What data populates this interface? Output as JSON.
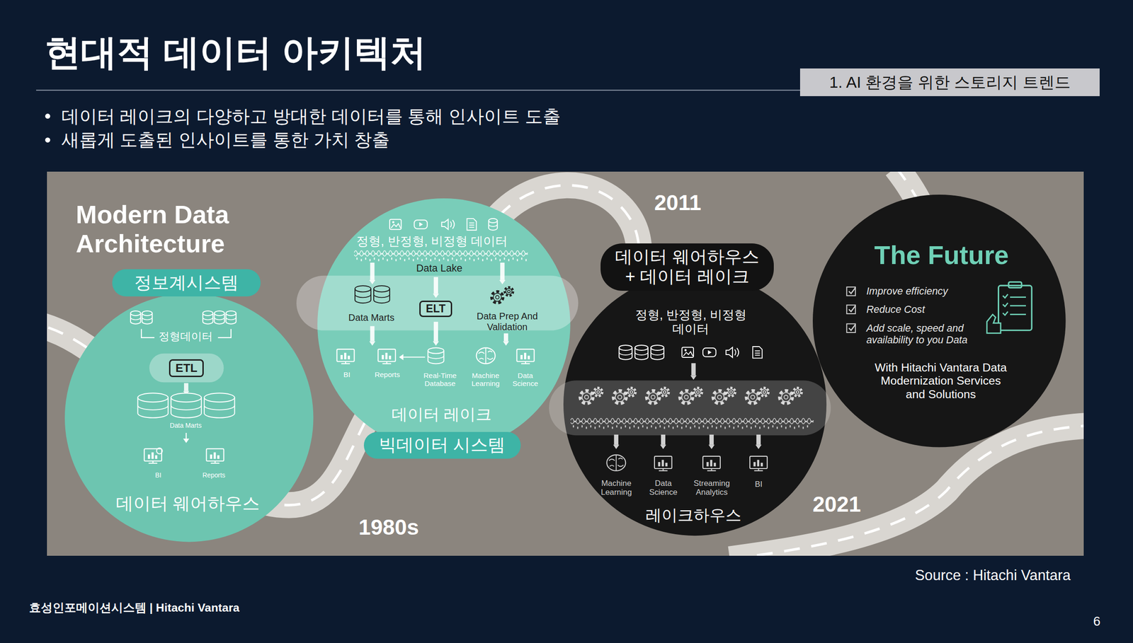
{
  "diagram": {
    "title": "현대적 데이터 아키텍처",
    "nodes": [
      {
        "text": [
          "1. AI 환경을 위한 스토리지 트렌드"
        ]
      },
      {
        "text": [
          "Modern Data Architecture"
        ]
      },
      {
        "text": [
          "정보계시스템",
          "데이터 웨어하우스"
        ],
        "in": 1
      },
      {
        "text": [
          "ETL"
        ],
        "in": 2
      },
      {
        "text": [
          "정형, 반정형, 비정형 데이터",
          "데이터 레이크",
          "빅데이터 시스템"
        ],
        "in": 1
      },
      {
        "text": [
          "ELT"
        ],
        "in": 4
      },
      {
        "text": [
          "데이터 웨어하우스 + 데이터 레이크",
          "정형, 반정형, 비정형 데이터",
          "레이크하우스"
        ],
        "in": 1
      },
      {
        "text": [
          "The Future",
          "With Hitachi Vantara Data Modernization Services and Solutions"
        ],
        "in": 1
      }
    ],
    "labels": [
      "데이터 레이크의 다양하고 방대한 데이터를 통해 인사이트 도출",
      "새롭게 도출된 인사이트를 통한 가치 창출",
      "정형데이터",
      "Data Marts",
      "BI",
      "Reports",
      "Data Lake",
      "Data Marts",
      "Data Prep And Validation",
      "BI",
      "Reports",
      "Real-Time Database",
      "Machine Learning",
      "Data Science",
      "2011",
      "Machine Learning",
      "Data Science",
      "Streaming Analytics",
      "BI",
      "1980s",
      "2021",
      "Improve efficiency",
      "Reduce Cost",
      "Add scale, speed and availability to you Data",
      "Source : Hitachi Vantara",
      "효성인포메이션시스템 | Hitachi Vantara",
      "6"
    ]
  }
}
